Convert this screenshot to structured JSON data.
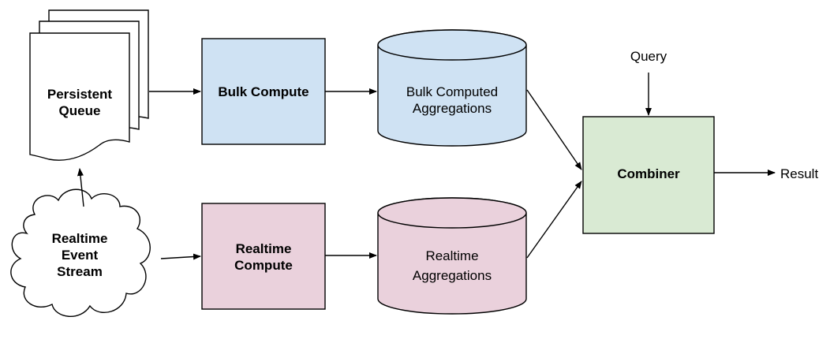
{
  "colors": {
    "stroke": "#000000",
    "bulk_fill": "#cfe2f3",
    "realtime_fill": "#ead1dc",
    "combiner_fill": "#d9ead3",
    "doc_fill": "#ffffff"
  },
  "nodes": {
    "persistent_queue": {
      "line1": "Persistent",
      "line2": "Queue",
      "shape": "document-stack"
    },
    "realtime_event_stream": {
      "line1": "Realtime",
      "line2": "Event",
      "line3": "Stream",
      "shape": "cloud"
    },
    "bulk_compute": {
      "label": "Bulk Compute",
      "shape": "rectangle"
    },
    "realtime_compute": {
      "line1": "Realtime",
      "line2": "Compute",
      "shape": "rectangle"
    },
    "bulk_aggregations": {
      "line1": "Bulk Computed",
      "line2": "Aggregations",
      "shape": "cylinder"
    },
    "realtime_aggregations": {
      "line1": "Realtime",
      "line2": "Aggregations",
      "shape": "cylinder"
    },
    "combiner": {
      "label": "Combiner",
      "shape": "rectangle"
    },
    "query": {
      "label": "Query"
    },
    "result": {
      "label": "Result"
    }
  },
  "edges": [
    {
      "from": "realtime_event_stream",
      "to": "persistent_queue"
    },
    {
      "from": "persistent_queue",
      "to": "bulk_compute"
    },
    {
      "from": "realtime_event_stream",
      "to": "realtime_compute"
    },
    {
      "from": "bulk_compute",
      "to": "bulk_aggregations"
    },
    {
      "from": "realtime_compute",
      "to": "realtime_aggregations"
    },
    {
      "from": "bulk_aggregations",
      "to": "combiner"
    },
    {
      "from": "realtime_aggregations",
      "to": "combiner"
    },
    {
      "from": "query",
      "to": "combiner"
    },
    {
      "from": "combiner",
      "to": "result"
    }
  ]
}
